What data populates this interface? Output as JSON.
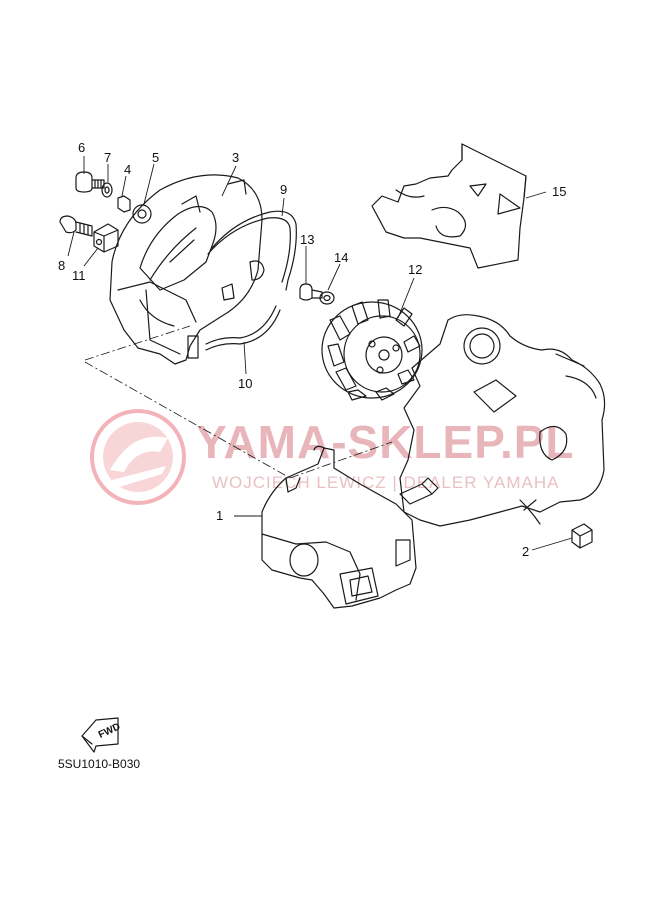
{
  "diagram_code": "5SU1010-B030",
  "watermark": {
    "title": "YAMA-SKLEP.PL",
    "subtitle": "WOJCIECH LEWICZ | DEALER YAMAHA"
  },
  "fwd_label": "FWD",
  "parts": [
    {
      "id": "label-1",
      "text": "1"
    },
    {
      "id": "label-2",
      "text": "2"
    },
    {
      "id": "label-3",
      "text": "3"
    },
    {
      "id": "label-4",
      "text": "4"
    },
    {
      "id": "label-5",
      "text": "5"
    },
    {
      "id": "label-6",
      "text": "6"
    },
    {
      "id": "label-7",
      "text": "7"
    },
    {
      "id": "label-8",
      "text": "8"
    },
    {
      "id": "label-9",
      "text": "9"
    },
    {
      "id": "label-10",
      "text": "10"
    },
    {
      "id": "label-11",
      "text": "11"
    },
    {
      "id": "label-12",
      "text": "12"
    },
    {
      "id": "label-13",
      "text": "13"
    },
    {
      "id": "label-14",
      "text": "14"
    },
    {
      "id": "label-15",
      "text": "15"
    }
  ],
  "colors": {
    "line": "#1a1a1a",
    "watermark": "#e8b6ba"
  }
}
